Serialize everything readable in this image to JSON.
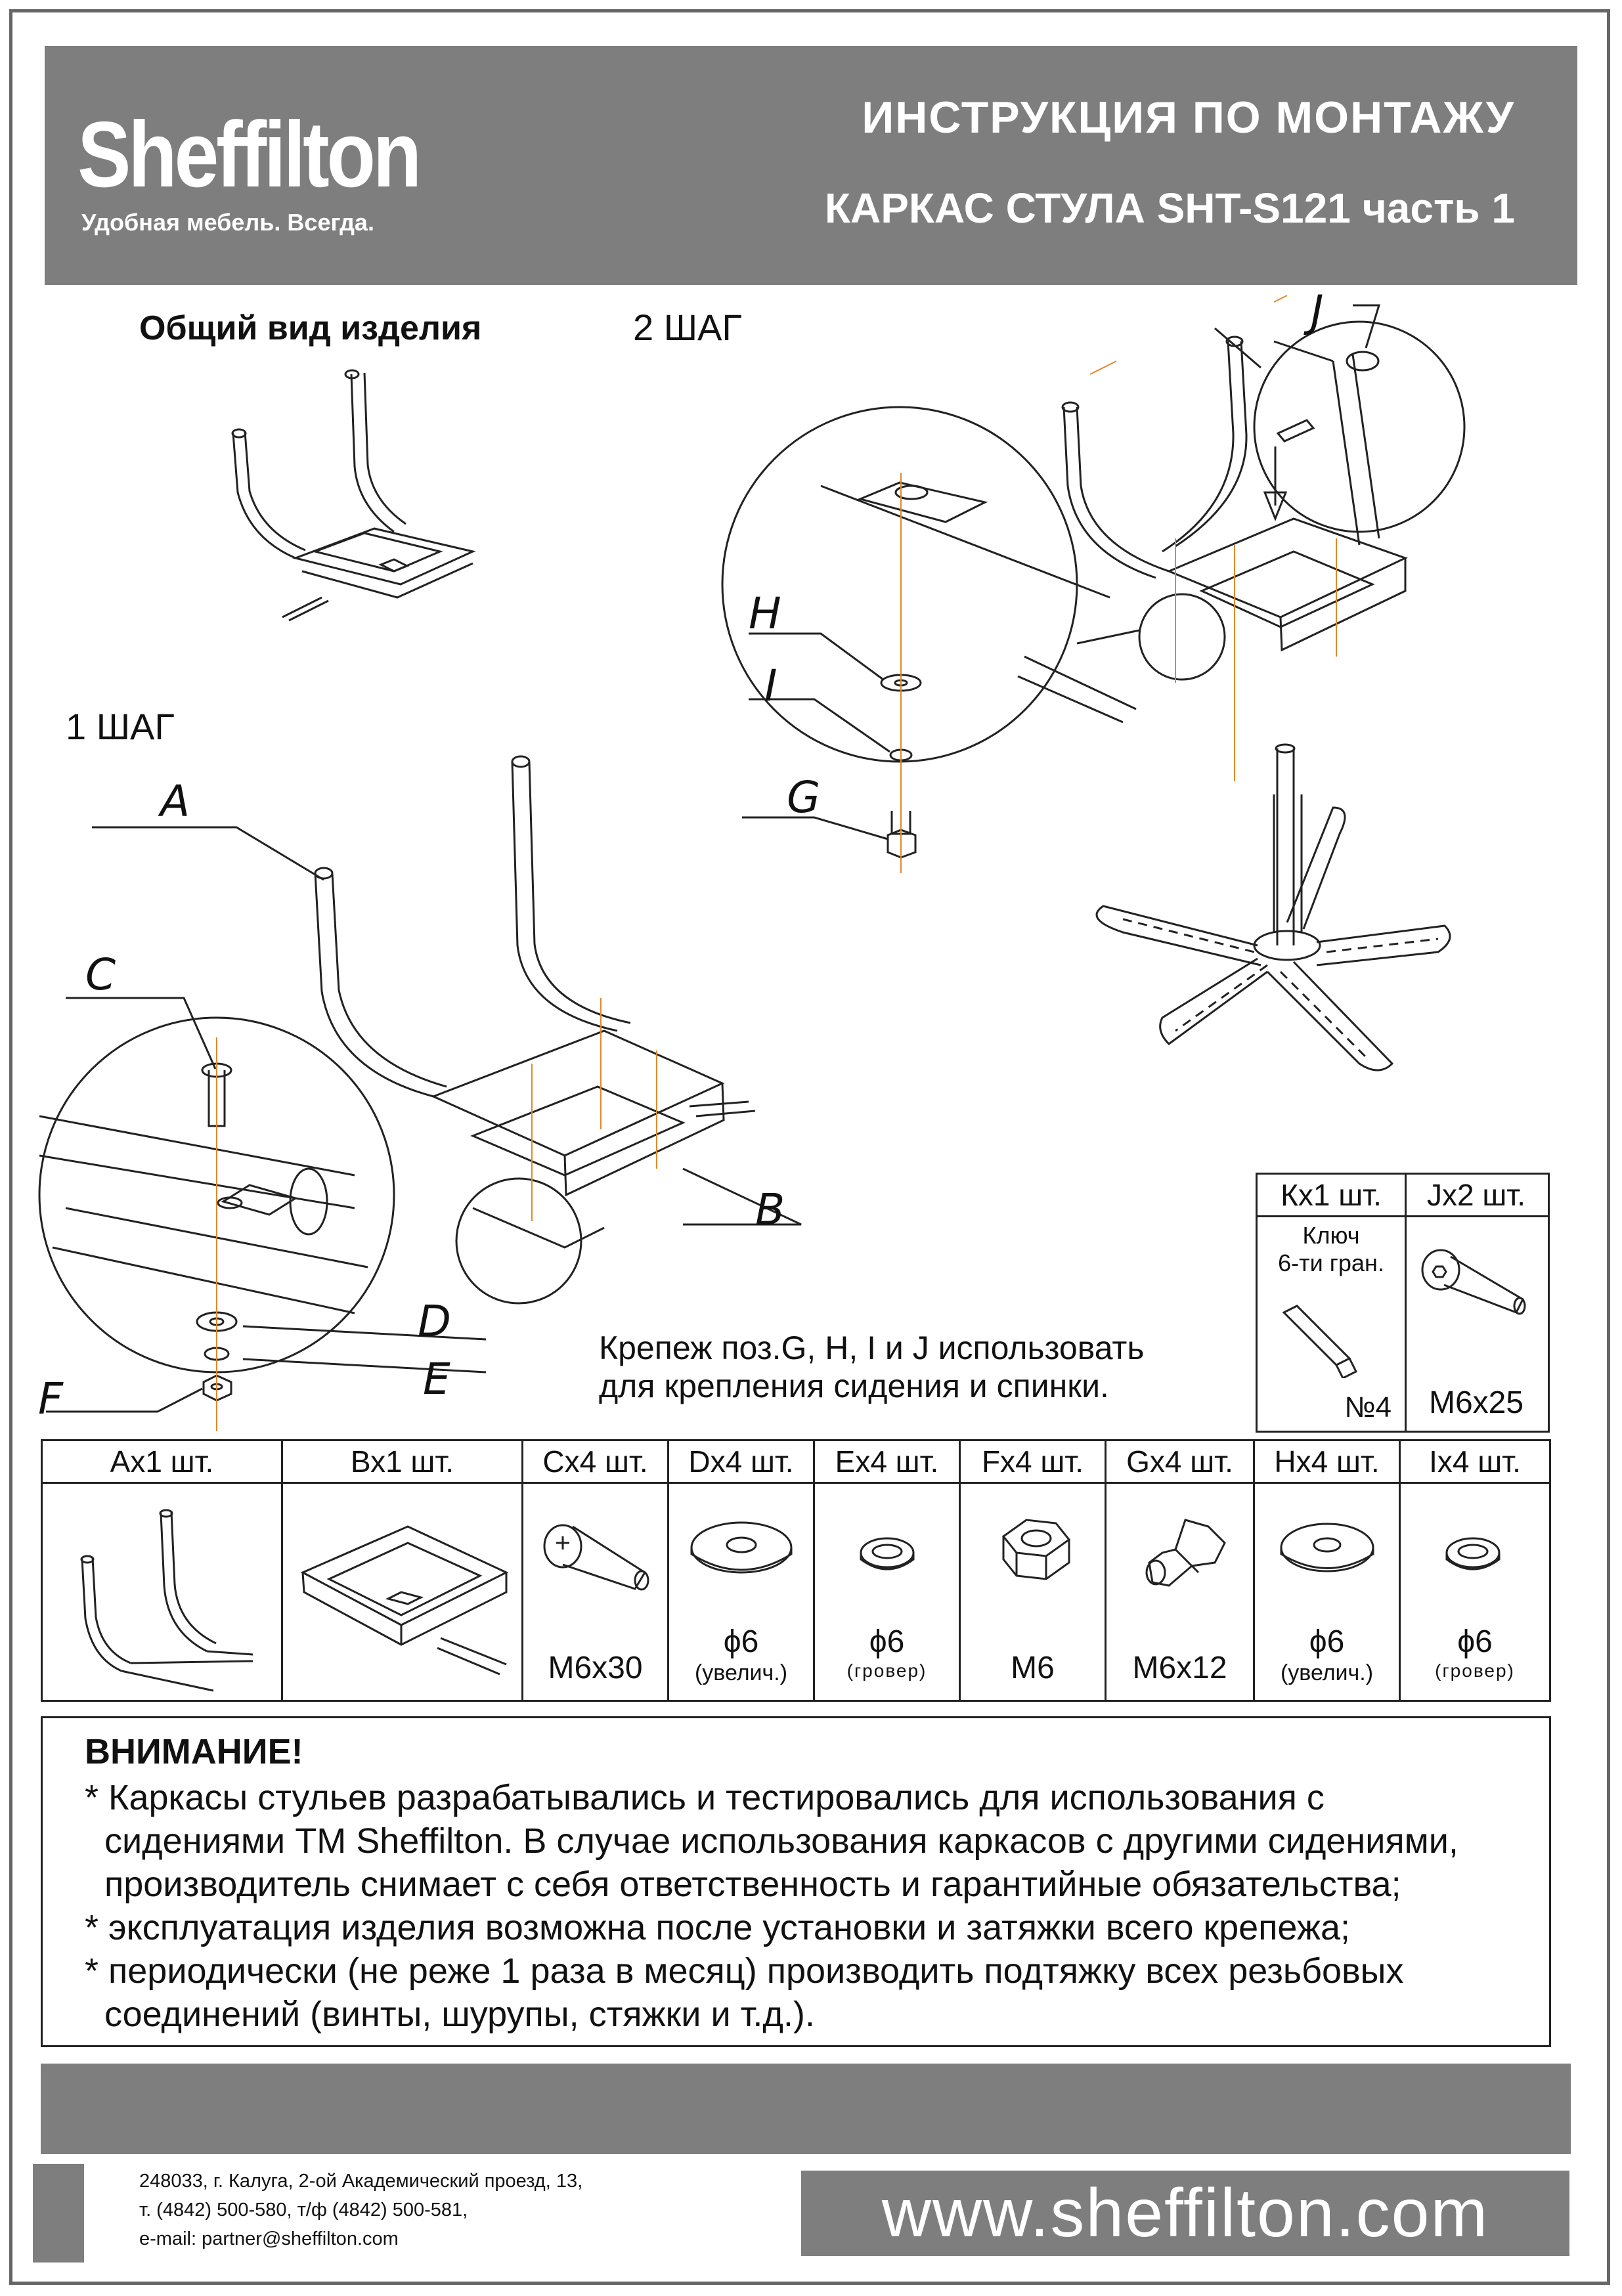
{
  "header": {
    "logo": "Sheffilton",
    "slogan": "Удобная мебель. Всегда.",
    "title": "ИНСТРУКЦИЯ ПО МОНТАЖУ",
    "subtitle": "КАРКАС СТУЛА SHT-S121 часть 1"
  },
  "labels": {
    "general_view": "Общий вид изделия",
    "step2": "2 ШАГ",
    "step1": "1 ШАГ"
  },
  "letters": {
    "A": "A",
    "B": "B",
    "C": "C",
    "D": "D",
    "E": "E",
    "F": "F",
    "G": "G",
    "H": "H",
    "I": "I",
    "J": "J"
  },
  "fastener_note": {
    "line1": "Крепеж поз.G, H, I и J использовать",
    "line2": "для крепления сидения и спинки."
  },
  "tool_table": {
    "k_head": "Кх1 шт.",
    "j_head": "Jх2 шт.",
    "key_line1": "Ключ",
    "key_line2": "6-ти гран.",
    "key_no": "№4",
    "j_size": "М6х25"
  },
  "parts": [
    {
      "head": "Ах1 шт.",
      "caption": "",
      "sub": ""
    },
    {
      "head": "Вх1 шт.",
      "caption": "",
      "sub": ""
    },
    {
      "head": "Сх4 шт.",
      "caption": "М6х30",
      "sub": ""
    },
    {
      "head": "Dх4 шт.",
      "caption": "ϕ6",
      "sub": "(увелич.)"
    },
    {
      "head": "Ех4 шт.",
      "caption": "ϕ6",
      "sub": "(гровер)"
    },
    {
      "head": "Fх4 шт.",
      "caption": "М6",
      "sub": ""
    },
    {
      "head": "Gх4 шт.",
      "caption": "М6х12",
      "sub": ""
    },
    {
      "head": "Нх4 шт.",
      "caption": "ϕ6",
      "sub": "(увелич.)"
    },
    {
      "head": "Iх4 шт.",
      "caption": "ϕ6",
      "sub": "(гровер)"
    }
  ],
  "warning": {
    "title": "ВНИМАНИЕ!",
    "lines": [
      "* Каркасы стульев разрабатывались и тестировались для использования с",
      "сидениями ТМ Sheffilton. В случае использования каркасов с другими сидениями,",
      "производитель снимает с себя ответственность и гарантийные обязательства;",
      "* эксплуатация изделия возможна после установки и затяжки всего крепежа;",
      "* периодически (не реже 1 раза в месяц) производить подтяжку всех резьбовых",
      "соединений (винты, шурупы, стяжки и т.д.)."
    ]
  },
  "footer": {
    "address1": "248033, г. Калуга, 2-ой Академический проезд, 13,",
    "address2": "т. (4842) 500-580, т/ф (4842) 500-581,",
    "email": "e-mail: partner@sheffilton.com",
    "website": "www.sheffilton.com"
  },
  "colors": {
    "banner": "#7e7e7e",
    "guide": "#e0892c"
  }
}
